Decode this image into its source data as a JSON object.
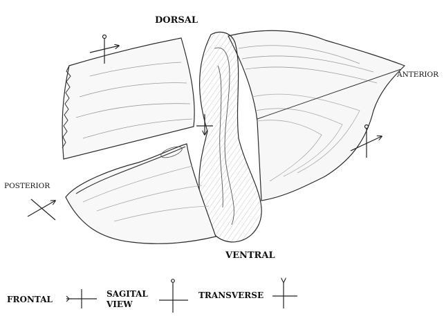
{
  "labels": {
    "dorsal": "DORSAL",
    "ventral": "VENTRAL",
    "anterior": "ANTERIOR",
    "posterior": "POSTERIOR"
  },
  "legend": {
    "frontal": "FRONTAL",
    "sagital_line1": "SAGITAL",
    "sagital_line2": "VIEW",
    "transverse": "TRANSVERSE"
  },
  "colors": {
    "ink": "#2a2a2a",
    "shading": "#8a8a8a",
    "background": "#ffffff"
  }
}
